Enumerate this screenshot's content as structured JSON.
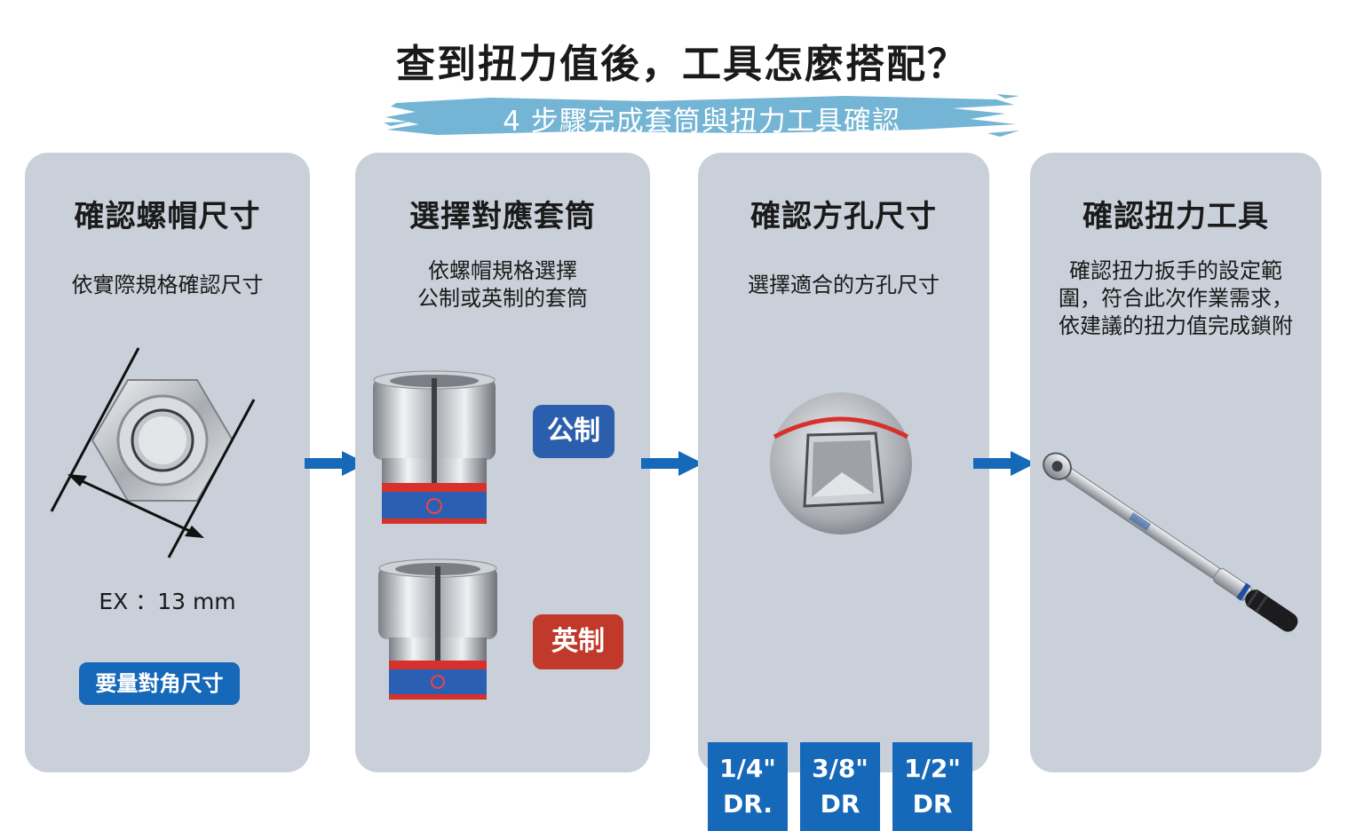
{
  "title": "查到扭力值後，工具怎麼搭配？",
  "subtitle": "4 步驟完成套筒與扭力工具確認",
  "colors": {
    "panel": "#c9d0d9",
    "accent_blue": "#1668b8",
    "metric_blue": "#2b5fad",
    "imperial_red": "#c0392b",
    "brush": "#74b4d4"
  },
  "steps": [
    {
      "title": "確認螺帽尺寸",
      "desc": [
        "依實際規格確認尺寸"
      ],
      "measure": "EX ：13  mm",
      "badge": "要量對角尺寸"
    },
    {
      "title": "選擇對應套筒",
      "desc": [
        "依螺帽規格選擇",
        "公制或英制的套筒"
      ],
      "badges": [
        "公制",
        "英制"
      ]
    },
    {
      "title": "確認方孔尺寸",
      "desc": [
        "選擇適合的方孔尺寸"
      ],
      "drive_sizes": [
        {
          "l1": "1/4\"",
          "l2": "DR."
        },
        {
          "l1": "3/8\"",
          "l2": "DR"
        },
        {
          "l1": "1/2\"",
          "l2": "DR"
        }
      ]
    },
    {
      "title": "確認扭力工具",
      "desc": [
        "確認扭力扳手的設定範",
        "圍，符合此次作業需求，",
        "依建議的扭力值完成鎖附"
      ]
    }
  ],
  "icons": [
    "right-arrow-icon",
    "hex-nut-icon",
    "socket-icon",
    "square-drive-icon",
    "torque-wrench-icon"
  ]
}
